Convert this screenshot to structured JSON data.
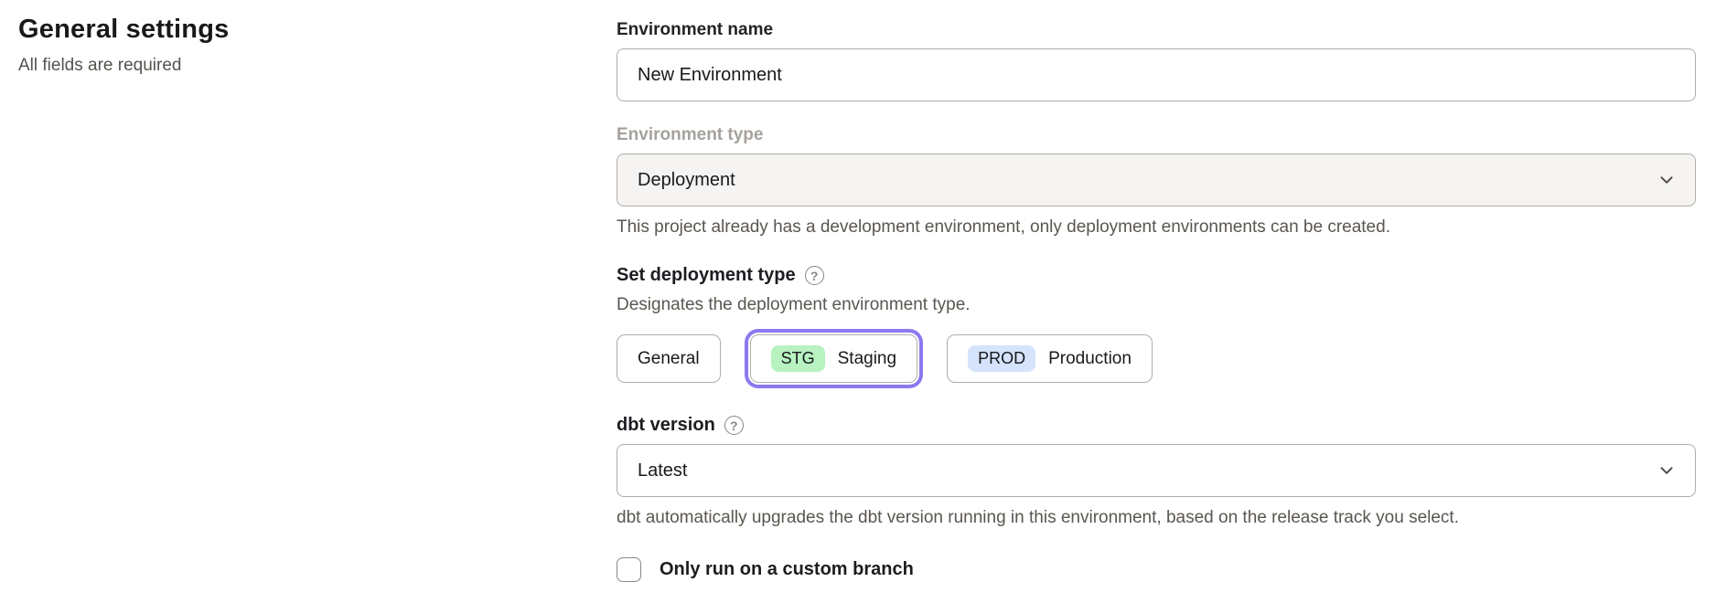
{
  "page": {
    "title": "General settings",
    "subtitle": "All fields are required"
  },
  "form": {
    "environment_name": {
      "label": "Environment name",
      "value": "New Environment"
    },
    "environment_type": {
      "label": "Environment type",
      "value": "Deployment",
      "disabled": true,
      "helper": "This project already has a development environment, only deployment environments can be created."
    },
    "deployment_type": {
      "label": "Set deployment type",
      "help_icon": "?",
      "description": "Designates the deployment environment type.",
      "options": [
        {
          "label": "General",
          "badge": "",
          "selected": false
        },
        {
          "label": "Staging",
          "badge": "STG",
          "selected": true,
          "badge_color": "#b7f2c0"
        },
        {
          "label": "Production",
          "badge": "PROD",
          "selected": false,
          "badge_color": "#d5e3fc"
        }
      ]
    },
    "dbt_version": {
      "label": "dbt version",
      "help_icon": "?",
      "value": "Latest",
      "helper": "dbt automatically upgrades the dbt version running in this environment, based on the release track you select."
    },
    "custom_branch": {
      "label": "Only run on a custom branch",
      "checked": false
    }
  },
  "colors": {
    "accent_purple": "#8b79ef",
    "staging_badge_green": "#b7f2c0",
    "production_badge_blue": "#d5e3fc",
    "border_gray": "#b1ada8",
    "disabled_field_bg": "#f5f4f2",
    "helper_text_gray": "#5a5650"
  }
}
